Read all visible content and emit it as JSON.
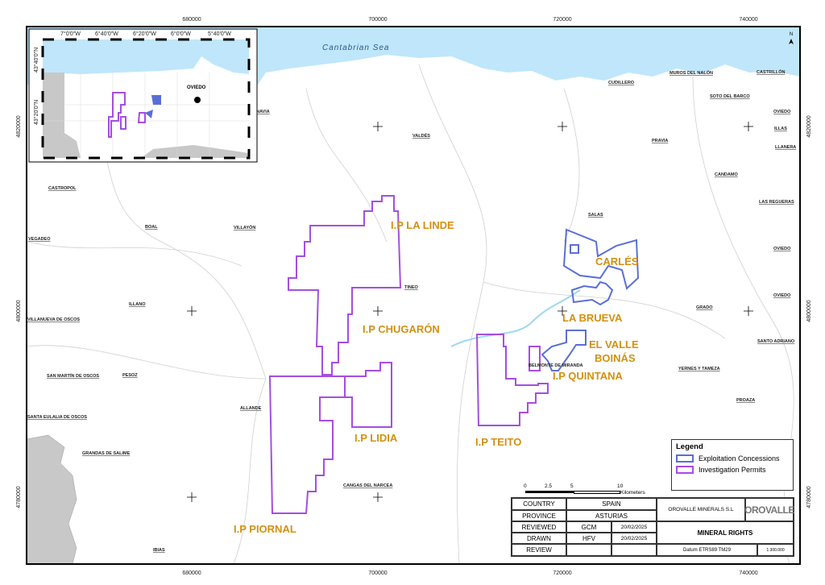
{
  "map": {
    "sea_label": "Cantabrian Sea",
    "north_arrow": "N",
    "x_ticks": [
      "680000",
      "700000",
      "720000",
      "740000"
    ],
    "y_ticks": [
      "4820000",
      "4800000",
      "4780000"
    ],
    "municipalities": [
      "NAVIA",
      "VALDÉS",
      "CUDILLERO",
      "MUROS DEL NALÓN",
      "CASTRILLÓN",
      "SOTO DEL BARCO",
      "ILLAS",
      "LLANERA",
      "PRAVIA",
      "CANDAMO",
      "LAS REGUERAS",
      "SALAS",
      "OVIEDO",
      "OVIEDO",
      "OVIEDO",
      "GRADO",
      "SANTO ADRIANO",
      "YERNES Y TAMEZA",
      "PROAZA",
      "BELMONTE DE MIRANDA",
      "TINEO",
      "CASTROPOL",
      "BOAL",
      "VILLAYÓN",
      "VEGADEO",
      "ILLANO",
      "VILLANUEVA DE OSCOS",
      "SAN MARTÍN DE OSCOS",
      "PESOZ",
      "SANTA EULALIA DE OSCOS",
      "GRANDAS DE SALIME",
      "ALLANDE",
      "CANGAS DEL NARCEA",
      "IBIAS"
    ],
    "areas": [
      "I.P LA LINDE",
      "I.P CHUGARÓN",
      "I.P LIDIA",
      "I.P PIORNAL",
      "I.P TEITO",
      "I.P QUINTANA",
      "CARLÉS",
      "LA BRUEVA",
      "EL VALLE",
      "BOINÁS"
    ],
    "colors": {
      "investigation": "#a54ee0",
      "exploitation": "#5a6fd6",
      "label": "#d4900f",
      "sea": "#bfe6fb"
    }
  },
  "inset": {
    "lon_ticks": [
      "7°0'0\"W",
      "6°40'0\"W",
      "6°20'0\"W",
      "6°0'0\"W",
      "5°40'0\"W"
    ],
    "lat_ticks": [
      "43°40'0\"N",
      "43°20'0\"N"
    ],
    "city": "OVIEDO"
  },
  "legend": {
    "title": "Legend",
    "items": [
      {
        "label": "Exploitation Concessions",
        "color": "#5a6fd6"
      },
      {
        "label": "Investigation Permits",
        "color": "#a54ee0"
      }
    ]
  },
  "scale": {
    "ticks": [
      "0",
      "2.5",
      "5",
      "10"
    ],
    "unit": "Kilometers"
  },
  "title_block": {
    "country_label": "COUNTRY",
    "country": "SPAIN",
    "province_label": "PROVINCE",
    "province": "ASTURIAS",
    "reviewed_label": "REVIEWED",
    "reviewed_by": "GCM",
    "reviewed_date": "20/02/2025",
    "drawn_label": "DRAWN",
    "drawn_by": "HFV",
    "drawn_date": "20/02/2025",
    "review_label": "REVIEW",
    "company": "OROVALLE MINERALS  S.L",
    "logo": "OROVALLE",
    "title": "MINERAL RIGHTS",
    "datum": "Datum ETRS89 TM29",
    "scale": "1:300.000"
  }
}
